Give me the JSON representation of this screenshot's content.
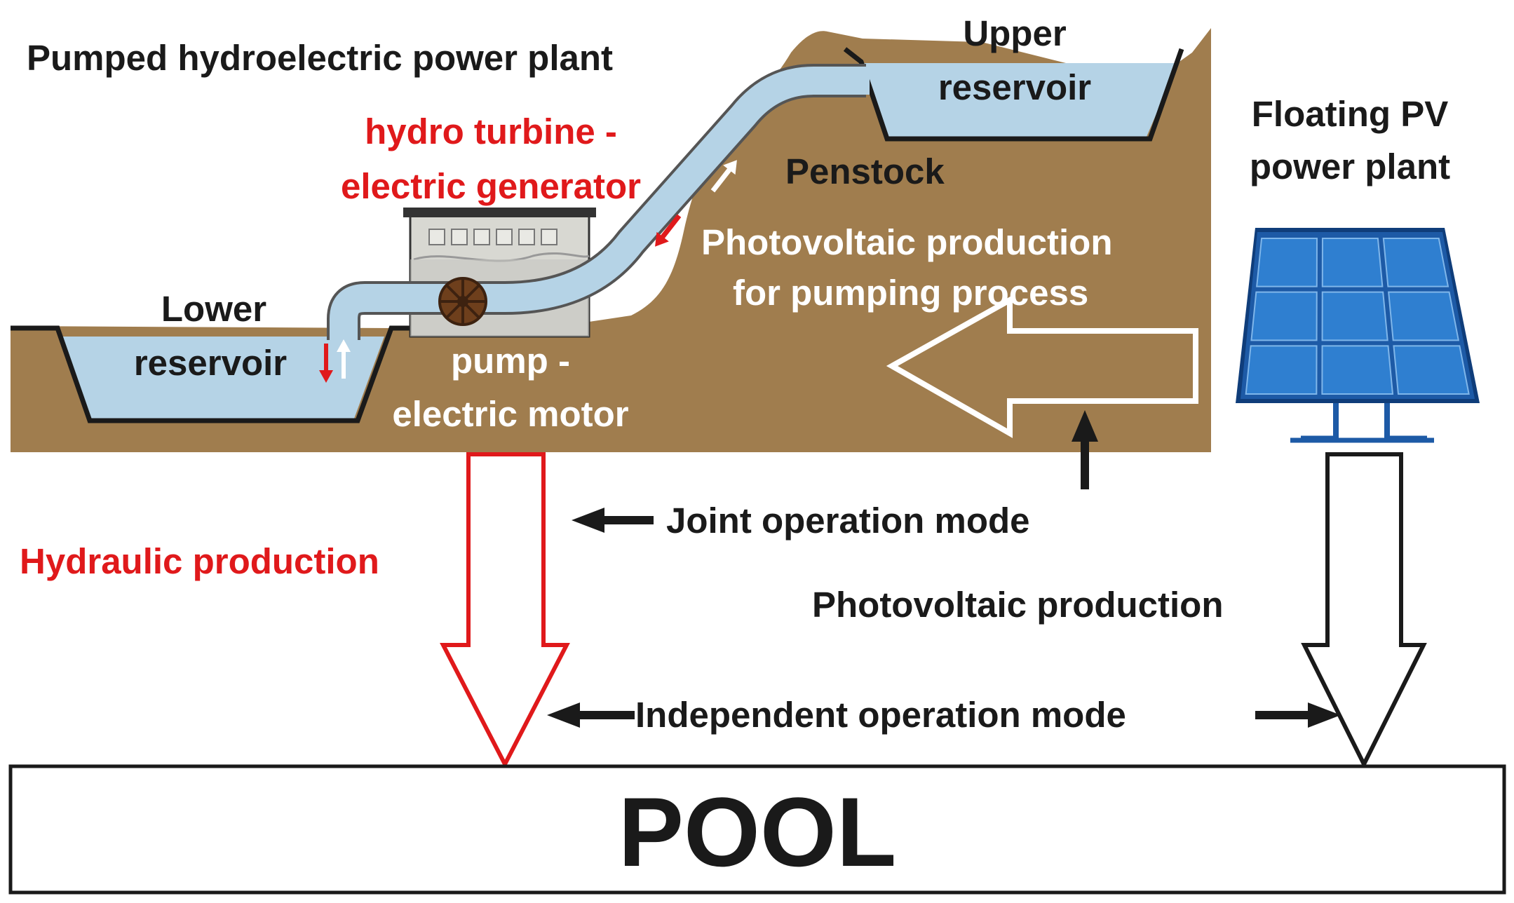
{
  "colors": {
    "ground": "#a07d4e",
    "water": "#b5d3e6",
    "outline": "#1a1a1a",
    "red": "#e0191b",
    "white": "#ffffff",
    "panel": "#2f7fd0",
    "panel_dark": "#1d5aa6",
    "wheel": "#6e3f1c",
    "building": "#d8d8d2"
  },
  "labels": {
    "pumped_plant": "Pumped hydroelectric power plant",
    "upper_reservoir_1": "Upper",
    "upper_reservoir_2": "reservoir",
    "floating_pv_1": "Floating PV",
    "floating_pv_2": "power plant",
    "turbine_1": "hydro turbine -",
    "turbine_2": "electric generator",
    "penstock": "Penstock",
    "pv_pumping_1": "Photovoltaic production",
    "pv_pumping_2": "for pumping process",
    "lower_reservoir_1": "Lower",
    "lower_reservoir_2": "reservoir",
    "pump_1": "pump -",
    "pump_2": "electric motor",
    "joint_mode": "Joint operation mode",
    "hydraulic_production": "Hydraulic production",
    "photovoltaic_production": "Photovoltaic production",
    "independent_mode": "Independent operation mode",
    "pool": "POOL"
  },
  "icons": {
    "solar_panel": "solar-panel-icon",
    "turbine_wheel": "turbine-wheel-icon",
    "power_house": "power-house-icon"
  }
}
